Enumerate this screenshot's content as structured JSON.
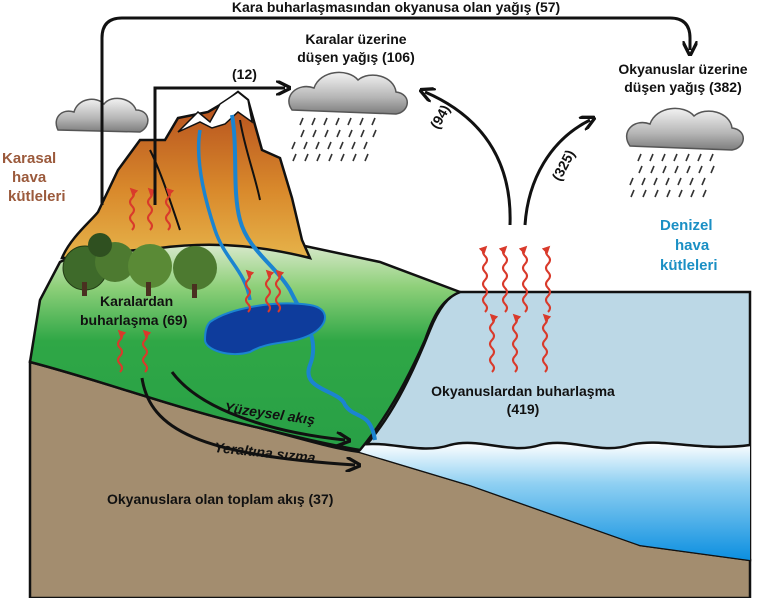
{
  "top_label": "Kara buharlaşmasından okyanusa olan yağış (57)",
  "land_rain": {
    "line1": "Karalar üzerine",
    "line2": "düşen yağış (106)"
  },
  "ocean_rain": {
    "line1": "Okyanuslar üzerine",
    "line2": "düşen yağış (382)"
  },
  "land_air_mass": {
    "line1": "Karasal",
    "line2": "hava",
    "line3": "kütleleri"
  },
  "marine_air_mass": {
    "line1": "Denizel",
    "line2": "hava",
    "line3": "kütleleri"
  },
  "flow_12": "(12)",
  "flow_94": "(94)",
  "flow_325": "(325)",
  "land_evap": {
    "line1": "Karalardan",
    "line2": "buharlaşma (69)"
  },
  "ocean_evap": {
    "line1": "Okyanuslardan buharlaşma",
    "line2": "(419)"
  },
  "surface_runoff": "Yüzeysel akış",
  "infiltration": "Yeraltına sızma",
  "total_runoff": "Okyanuslara olan toplam akış (37)",
  "colors": {
    "land_air": "#9b5a3c",
    "marine_air": "#1a8fc4",
    "evap_arrow": "#d93a2b",
    "ground": "#a38d6f",
    "grass": "#3aa84a",
    "ocean": "#bcd8e6"
  }
}
